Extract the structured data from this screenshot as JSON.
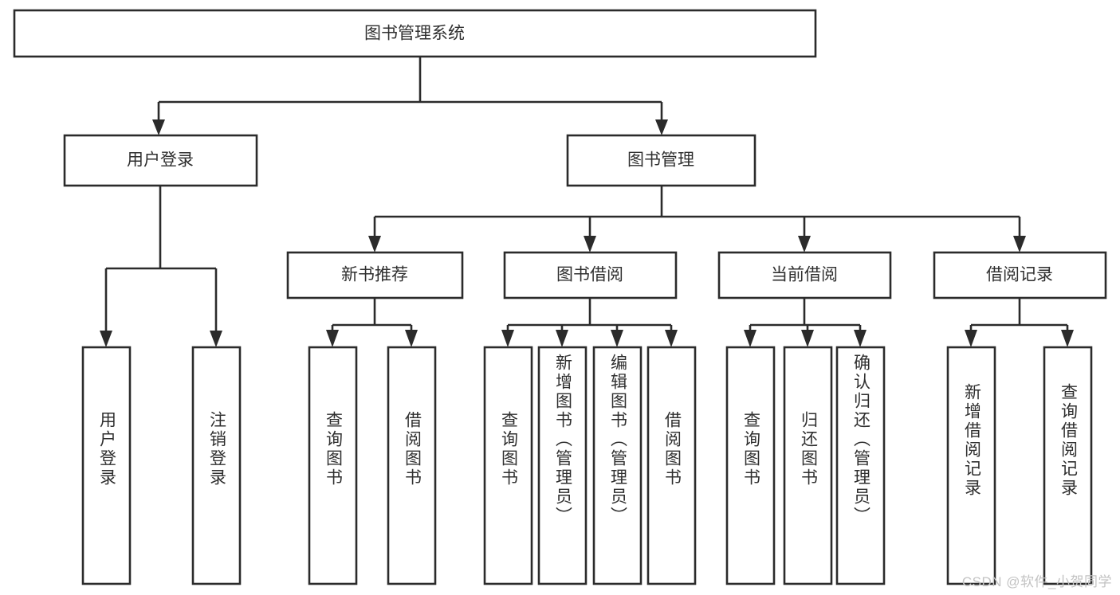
{
  "diagram": {
    "type": "tree-hierarchy",
    "title": "图书管理系统",
    "root": {
      "label": "图书管理系统",
      "name": "root-node"
    },
    "level1": [
      {
        "label": "用户登录",
        "name": "node-user-login"
      },
      {
        "label": "图书管理",
        "name": "node-book-management"
      }
    ],
    "level2": [
      {
        "label": "新书推荐",
        "name": "node-new-book-recommend"
      },
      {
        "label": "图书借阅",
        "name": "node-book-borrow"
      },
      {
        "label": "当前借阅",
        "name": "node-current-borrow"
      },
      {
        "label": "借阅记录",
        "name": "node-borrow-record"
      }
    ],
    "leaves": {
      "user_login": [
        {
          "label": "用户登录",
          "name": "leaf-user-login"
        },
        {
          "label": "注销登录",
          "name": "leaf-logout"
        }
      ],
      "new_book_recommend": [
        {
          "label": "查询图书",
          "name": "leaf-query-book-1"
        },
        {
          "label": "借阅图书",
          "name": "leaf-borrow-book-1"
        }
      ],
      "book_borrow": [
        {
          "label": "查询图书",
          "name": "leaf-query-book-2"
        },
        {
          "label": "新增图书（管理员）",
          "name": "leaf-add-book-admin"
        },
        {
          "label": "编辑图书（管理员）",
          "name": "leaf-edit-book-admin"
        },
        {
          "label": "借阅图书",
          "name": "leaf-borrow-book-2"
        }
      ],
      "current_borrow": [
        {
          "label": "查询图书",
          "name": "leaf-query-book-3"
        },
        {
          "label": "归还图书",
          "name": "leaf-return-book"
        },
        {
          "label": "确认归还（管理员）",
          "name": "leaf-confirm-return-admin"
        }
      ],
      "borrow_record": [
        {
          "label": "新增借阅记录",
          "name": "leaf-add-borrow-record"
        },
        {
          "label": "查询借阅记录",
          "name": "leaf-query-borrow-record"
        }
      ]
    }
  },
  "watermark": {
    "text": "CSDN @软件_小贺同学"
  },
  "colors": {
    "background": "#ffffff",
    "box_fill": "#ffffff",
    "box_stroke": "#2b2b2b",
    "text": "#2f2f2f",
    "watermark": "#c3c3c3"
  }
}
